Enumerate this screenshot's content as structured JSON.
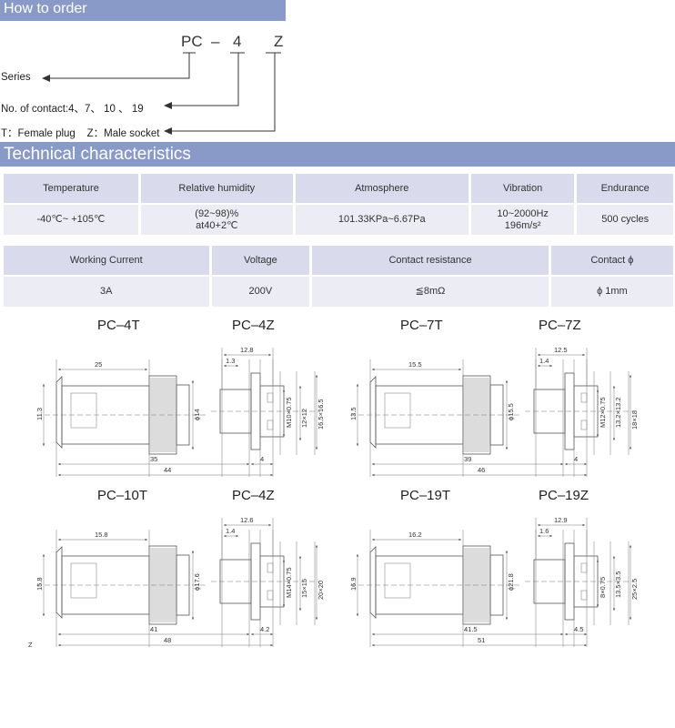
{
  "how_to_order": {
    "title": "How to order",
    "code": {
      "part1": "PC",
      "dash": "–",
      "part2": "4",
      "part3": "Z"
    },
    "series_label": "Series",
    "contacts_label": "No. of contact:4、7、 10 、 19",
    "plug_label": "T：Female plug    Z：Male socket"
  },
  "technical": {
    "title": "Technical characteristics",
    "table1": {
      "headers": [
        "Temperature",
        "Relative humidity",
        "Atmosphere",
        "Vibration",
        "Endurance"
      ],
      "values": [
        [
          "-40℃~ +105℃"
        ],
        [
          "(92~98)%",
          "at40+2℃"
        ],
        [
          "101.33KPa~6.67Pa"
        ],
        [
          "10~2000Hz",
          "196m/s²"
        ],
        [
          "500 cycles"
        ]
      ]
    },
    "table2": {
      "headers": [
        "Working Current",
        "Voltage",
        "Contact resistance",
        "Contact ϕ"
      ],
      "values": [
        "3A",
        "200V",
        "≦8mΩ",
        "ϕ 1mm"
      ]
    }
  },
  "drawings": {
    "pc4": {
      "title_t": "PC–4T",
      "title_z": "PC–4Z",
      "dims": {
        "a": "25",
        "b": "12.8",
        "c": "1.3",
        "d": "11.3",
        "e": "ϕ14",
        "f": "M10×0.75",
        "g": "12×12",
        "h": "16.5×16.5",
        "i": "35",
        "j": "4",
        "k": "44"
      }
    },
    "pc7": {
      "title_t": "PC–7T",
      "title_z": "PC–7Z",
      "dims": {
        "a": "15.5",
        "b": "12.5",
        "c": "1.4",
        "d": "13.5",
        "e": "ϕ15.5",
        "f": "M12×0.75",
        "g": "13.2×13.2",
        "h": "18×18",
        "i": "39",
        "j": "4",
        "k": "46"
      }
    },
    "pc10": {
      "title_t": "PC–10T",
      "title_z": "PC–4Z",
      "dims": {
        "a": "15.8",
        "b": "12.6",
        "c": "1.4",
        "d": "15.8",
        "e": "ϕ17.6",
        "f": "M14×0.75",
        "g": "15×15",
        "h": "20×20",
        "i": "41",
        "j": "4.2",
        "k": "48"
      }
    },
    "pc19": {
      "title_t": "PC–19T",
      "title_z": "PC–19Z",
      "dims": {
        "a": "16.2",
        "b": "12.9",
        "c": "1.6",
        "d": "16.9",
        "e": "ϕ21.8",
        "f": "8×0.75",
        "g": "13.5×3.5",
        "h": "25×2.5",
        "i": "41.5",
        "j": "4.5",
        "k": "51"
      }
    },
    "stray": "Z"
  }
}
